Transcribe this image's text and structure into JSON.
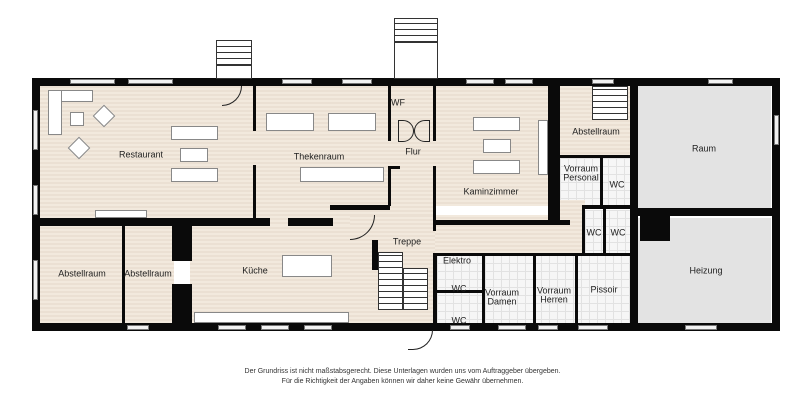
{
  "rooms": {
    "restaurant": "Restaurant",
    "thekenraum": "Thekenraum",
    "wf": "WF",
    "flur": "Flur",
    "kaminzimmer": "Kaminzimmer",
    "abstellraum_top": "Abstellraum",
    "raum": "Raum",
    "vorraum_personal": "Vorraum\nPersonal",
    "wc_personal": "WC",
    "wc_1": "WC",
    "wc_2": "WC",
    "abstellraum_left": "Abstellraum",
    "abstellraum_mid": "Abstellraum",
    "kueche": "Küche",
    "treppe": "Treppe",
    "elektro": "Elektro",
    "wc_damen_1": "WC",
    "wc_damen_2": "WC",
    "vorraum_damen": "Vorraum\nDamen",
    "vorraum_herren": "Vorraum\nHerren",
    "pissoir": "Pissoir",
    "heizung": "Heizung"
  },
  "colors": {
    "floor_wood": "#efe4d6",
    "floor_grey": "#e3e3e3",
    "wall": "#0a0a0a"
  },
  "footer": {
    "line1": "Der Grundriss ist nicht maßstabsgerecht. Diese Unterlagen wurden uns vom Auftraggeber übergeben.",
    "line2": "Für die Richtigkeit der Angaben können wir daher keine Gewähr übernehmen."
  }
}
